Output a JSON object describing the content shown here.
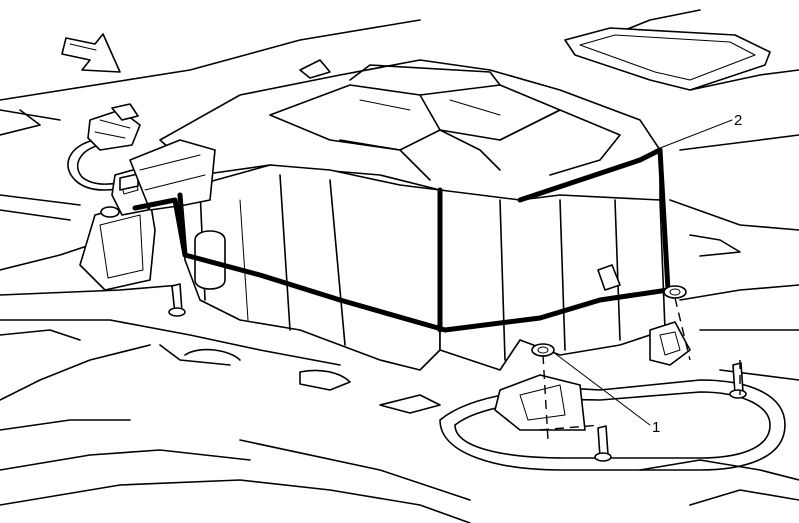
{
  "callouts": [
    {
      "id": "1",
      "label": "1"
    },
    {
      "id": "2",
      "label": "2"
    }
  ],
  "icons": {
    "direction_arrow": "front-direction-arrow-icon"
  },
  "colors": {
    "ink": "#000000",
    "paper": "#ffffff"
  }
}
